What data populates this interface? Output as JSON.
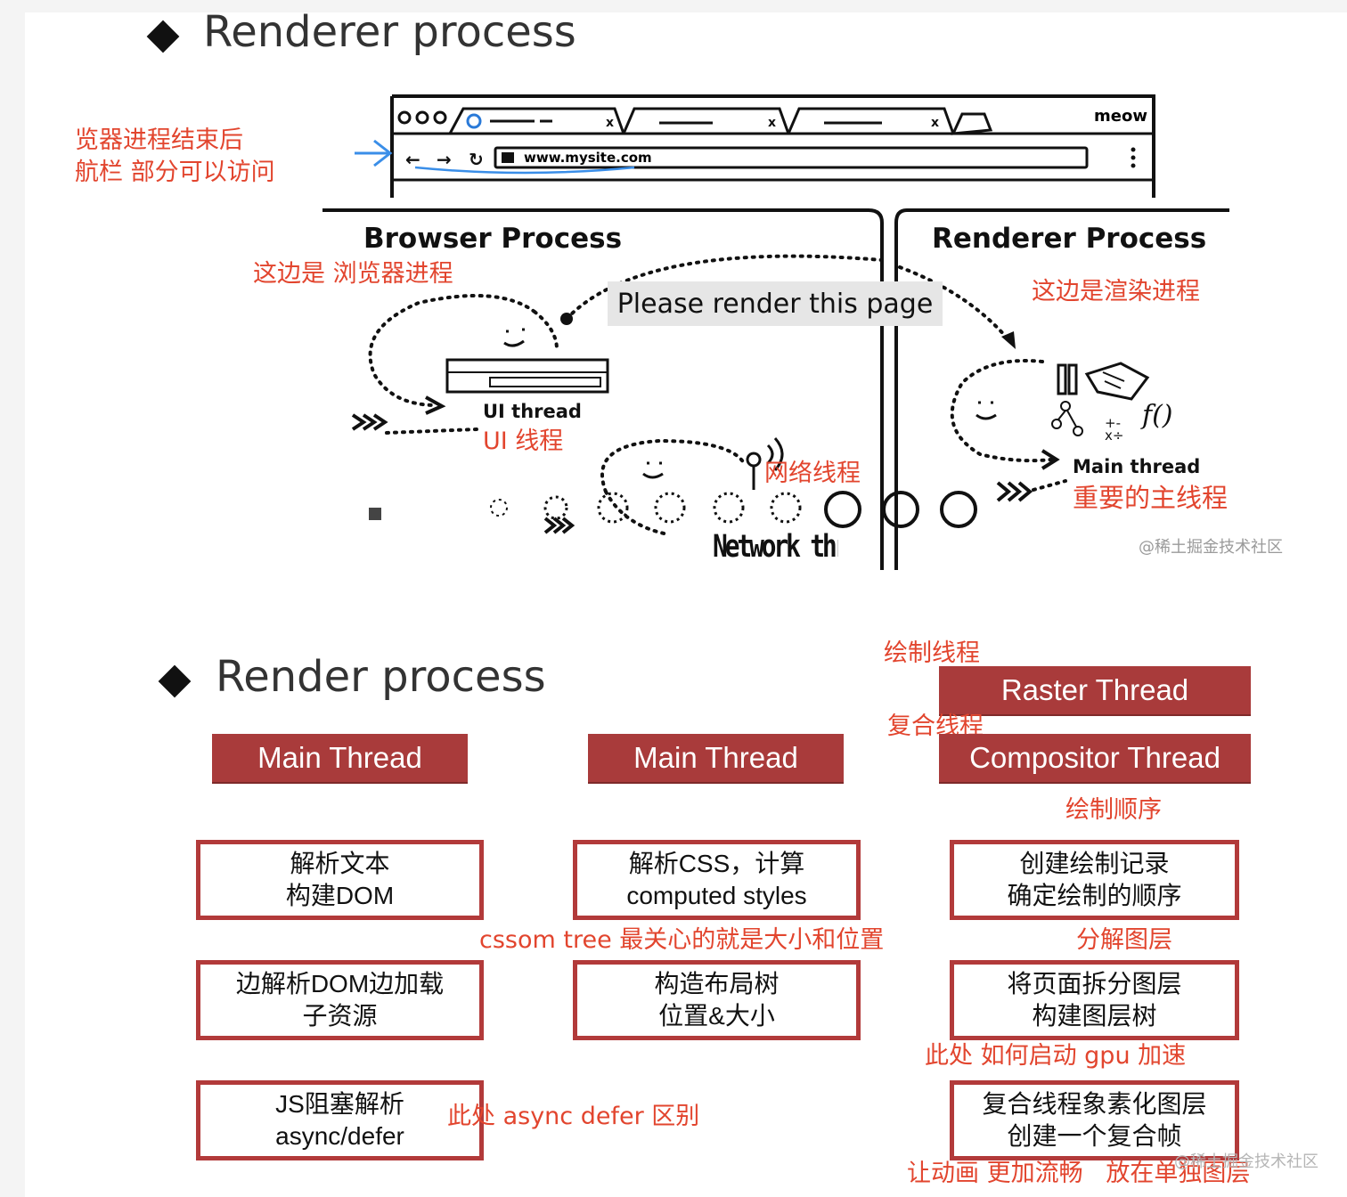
{
  "section1": {
    "title": "Renderer process",
    "browser_mock": {
      "tab_right_label": "meow",
      "url": "www.mysite.com"
    },
    "browser_process_label": "Browser Process",
    "renderer_process_label": "Renderer Process",
    "message_label": "Please render this page",
    "ui_thread_label": "UI thread",
    "main_thread_label": "Main thread",
    "network_thread_label": "Network thread",
    "watermark": "@稀土掘金技术社区",
    "notes": {
      "nav_line1": "览器进程结束后",
      "nav_line2": "航栏 部分可以访问",
      "browser_proc": "这边是 浏览器进程",
      "renderer_proc": "这边是渲染进程",
      "ui_thread": "UI 线程",
      "network_thread": "网络线程",
      "main_thread": "重要的主线程"
    }
  },
  "section2": {
    "title": "Render process",
    "columns": [
      {
        "header": "Main Thread",
        "steps": [
          {
            "line1": "解析文本",
            "line2": "构建DOM"
          },
          {
            "line1": "边解析DOM边加载",
            "line2": "子资源"
          },
          {
            "line1": "JS阻塞解析",
            "line2": "async/defer"
          }
        ]
      },
      {
        "header": "Main Thread",
        "steps": [
          {
            "line1": "解析CSS，计算",
            "line2": "computed styles"
          },
          {
            "line1": "构造布局树",
            "line2": "位置&大小"
          }
        ]
      },
      {
        "header": "Compositor Thread",
        "steps": [
          {
            "line1": "创建绘制记录",
            "line2": "确定绘制的顺序"
          },
          {
            "line1": "将页面拆分图层",
            "line2": "构建图层树"
          },
          {
            "line1": "复合线程象素化图层",
            "line2": "创建一个复合帧"
          }
        ]
      }
    ],
    "raster_header": "Raster Thread",
    "notes": {
      "raster": "绘制线程",
      "compositor": "复合线程",
      "paint_order": "绘制顺序",
      "layering": "分解图层",
      "cssom": "cssom tree 最关心的就是大小和位置",
      "gpu": "此处 如何启动 gpu 加速",
      "async": "此处 async defer 区别",
      "animation": "让动画 更加流畅   放在单独图层"
    },
    "watermark": "@稀土掘金技术社区"
  },
  "colors": {
    "accent_red": "#a93b3b",
    "note_red": "#e2452e"
  }
}
